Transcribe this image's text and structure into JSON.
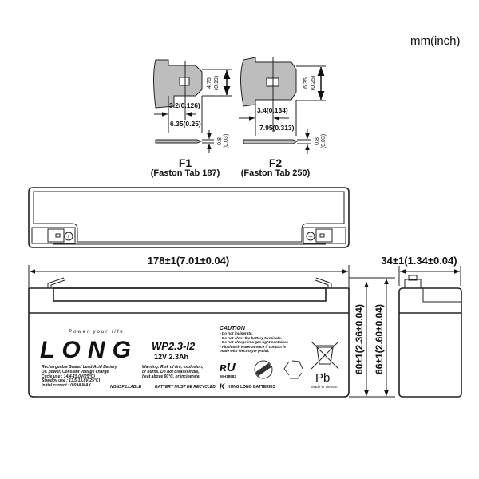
{
  "units_label": "mm(inch)",
  "terminals": [
    {
      "name": "F1",
      "type": "(Faston Tab 187)",
      "height_dim": "4.75",
      "height_dim_in": "(0.19)",
      "hole_dim": "3.2(0.126)",
      "width_dim": "6.35(0.25)",
      "thick_dim": "0.8",
      "thick_dim_in": "(0.03)"
    },
    {
      "name": "F2",
      "type": "(Faston Tab 250)",
      "height_dim": "6.35",
      "height_dim_in": "(0.25)",
      "hole_dim": "3.4(0.134)",
      "width_dim": "7.95(0.313)",
      "thick_dim": "0.8",
      "thick_dim_in": "(0.03)"
    }
  ],
  "dimensions": {
    "length": "178±1(7.01±0.04)",
    "width": "34±1(1.34±0.04)",
    "height_body": "60±1(2.36±0.04)",
    "height_total": "66±1(2.60±0.04)"
  },
  "label": {
    "tagline": "Power your life",
    "brand": "LONG",
    "model": "WP2.3-I2",
    "rating": "12V 2.3Ah",
    "spec_lines": [
      "Rechargeable Sealed Lead-Acid Battery",
      "DC power, Constant voltage charge",
      "Cycle  use : 14.4-15.0V(25°C)",
      "Standby use :  13.5-13.8V(25°C)",
      "Initial current : 0.69A MAX"
    ],
    "warning_lines": [
      "Warning: Risk of fire, explosion,",
      "or burns. Do not disassemble,",
      "heat above 60°C, or incinerate."
    ],
    "nonspillable": "NONSPILLABLE",
    "recycle_notice": "BATTERY MUST BE RECYCLED",
    "caution_title": "CAUTION",
    "caution_lines": [
      "• Do not incinerate.",
      "• Do not short the battery terminals.",
      "• Do not charge in a gas tight container.",
      "• Flush with water at once if contact is",
      "  made with electrolyte (Acid)."
    ],
    "ul_file": "MH18982",
    "maker": "KUNG LONG BATTERIES",
    "pb": "Pb",
    "origin": "Made in Vietnam"
  },
  "polarity": {
    "positive": "+",
    "negative": "−"
  }
}
